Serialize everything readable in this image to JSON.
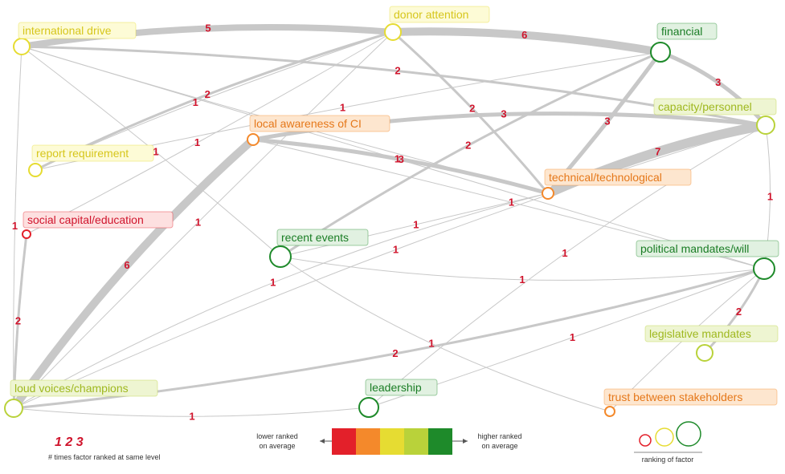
{
  "nodes": [
    {
      "id": "intl",
      "label": "international drive",
      "tier": "yellow"
    },
    {
      "id": "donor",
      "label": "donor attention",
      "tier": "yellow"
    },
    {
      "id": "financial",
      "label": "financial",
      "tier": "darkgreen"
    },
    {
      "id": "capacity",
      "label": "capacity/personnel",
      "tier": "lightgreen"
    },
    {
      "id": "report",
      "label": "report requirement",
      "tier": "yellow"
    },
    {
      "id": "localaw",
      "label": "local awareness of CI",
      "tier": "orange"
    },
    {
      "id": "social",
      "label": "social capital/education",
      "tier": "red"
    },
    {
      "id": "techno",
      "label": "technical/technological",
      "tier": "orange"
    },
    {
      "id": "recent",
      "label": "recent events",
      "tier": "darkgreen"
    },
    {
      "id": "political",
      "label": "political mandates/will",
      "tier": "darkgreen"
    },
    {
      "id": "legislative",
      "label": "legislative mandates",
      "tier": "lightgreen"
    },
    {
      "id": "loud",
      "label": "loud voices/champions",
      "tier": "lightgreen"
    },
    {
      "id": "leadership",
      "label": "leadership",
      "tier": "darkgreen"
    },
    {
      "id": "trust",
      "label": "trust between stakeholders",
      "tier": "orange"
    }
  ],
  "edges": [
    {
      "from": "intl",
      "to": "donor",
      "weight": "5"
    },
    {
      "from": "donor",
      "to": "financial",
      "weight": "6"
    },
    {
      "from": "financial",
      "to": "capacity",
      "weight": "3"
    },
    {
      "from": "loud",
      "to": "localaw",
      "weight": "6"
    },
    {
      "from": "techno",
      "to": "capacity",
      "weight": "7"
    },
    {
      "from": "localaw",
      "to": "capacity",
      "weight": "3"
    },
    {
      "from": "localaw",
      "to": "techno",
      "weight": "3"
    },
    {
      "from": "report",
      "to": "donor",
      "weight": "2"
    },
    {
      "from": "intl",
      "to": "capacity",
      "weight": "2"
    },
    {
      "from": "donor",
      "to": "techno",
      "weight": "2"
    },
    {
      "from": "recent",
      "to": "financial",
      "weight": "2"
    },
    {
      "from": "techno",
      "to": "financial",
      "weight": "3"
    },
    {
      "from": "loud",
      "to": "political",
      "weight": "2"
    },
    {
      "from": "political",
      "to": "legislative",
      "weight": "2"
    },
    {
      "from": "intl",
      "to": "loud",
      "weight": "1"
    },
    {
      "from": "social",
      "to": "loud",
      "weight": "2"
    },
    {
      "from": "intl",
      "to": "techno",
      "weight": "1"
    },
    {
      "from": "intl",
      "to": "recent",
      "weight": "1"
    },
    {
      "from": "donor",
      "to": "social",
      "weight": "1"
    },
    {
      "from": "loud",
      "to": "techno",
      "weight": "1"
    },
    {
      "from": "loud",
      "to": "capacity",
      "weight": "1"
    },
    {
      "from": "loud",
      "to": "leadership",
      "weight": "1"
    },
    {
      "from": "recent",
      "to": "techno",
      "weight": "1"
    },
    {
      "from": "recent",
      "to": "political",
      "weight": "1"
    },
    {
      "from": "leadership",
      "to": "political",
      "weight": "1"
    },
    {
      "from": "trust",
      "to": "recent",
      "weight": "1"
    },
    {
      "from": "capacity",
      "to": "political",
      "weight": "1"
    },
    {
      "from": "leadership",
      "to": "capacity",
      "weight": "1"
    },
    {
      "from": "donor",
      "to": "loud",
      "weight": "1"
    },
    {
      "from": "intl",
      "to": "political",
      "weight": "1"
    },
    {
      "from": "trust",
      "to": "political",
      "weight": "1"
    },
    {
      "from": "report",
      "to": "financial",
      "weight": "1"
    },
    {
      "from": "localaw",
      "to": "political",
      "weight": "1"
    },
    {
      "from": "donor",
      "to": "report",
      "weight": "1"
    }
  ],
  "legend": {
    "weights_sample": "1 2 3",
    "weights_caption": "# times factor ranked at same level",
    "lower_label": "lower ranked on average",
    "higher_label": "higher ranked on average",
    "rank_caption": "ranking of factor"
  },
  "colors": {
    "red": {
      "stroke": "#e3202a",
      "fill": "#fde0e0",
      "text": "#d0142c"
    },
    "orange": {
      "stroke": "#f4892b",
      "fill": "#fde6cf",
      "text": "#e5781a"
    },
    "yellow": {
      "stroke": "#e6dc32",
      "fill": "#fdfbd6",
      "text": "#d6c61c"
    },
    "lightgreen": {
      "stroke": "#b9d23a",
      "fill": "#eef5d2",
      "text": "#9fb81f"
    },
    "darkgreen": {
      "stroke": "#1e8a2a",
      "fill": "#e1f1e1",
      "text": "#1a7d25"
    },
    "edge": "#c8c8c8",
    "weight_text": "#d0142c"
  }
}
